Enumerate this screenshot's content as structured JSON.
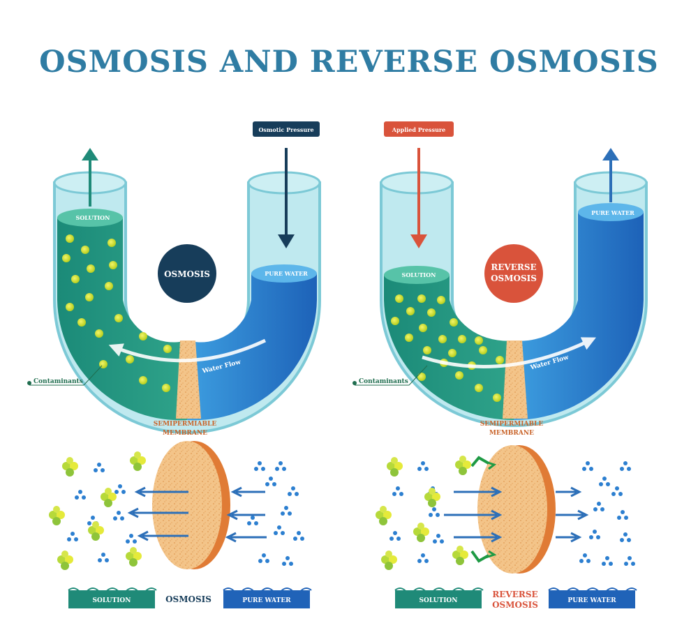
{
  "title": "OSMOSIS AND REVERSE OSMOSIS",
  "colors": {
    "title": "#2f7ca3",
    "solution": "#1f8a78",
    "solution_light": "#56c2aa",
    "pure_water": "#2c7fd0",
    "pure_water_light": "#5db6ea",
    "tube_glass": "#8fd6e2",
    "osmotic_badge": "#173d5a",
    "applied_badge": "#d9533b",
    "membrane": "#f0c084",
    "membrane_edge": "#e07b35",
    "contaminant": "#d8e63a",
    "up_arrow_osmosis": "#1f8a78",
    "up_arrow_reverse": "#2c6fb8",
    "green_arrow": "#1e9a44"
  },
  "osmosis": {
    "pressure_label": "Osmotic Pressure",
    "solution_label": "SOLUTION",
    "pure_water_label": "PURE WATER",
    "center_label": "OSMOSIS",
    "water_flow_label": "Water Flow",
    "contaminants_label": "Contaminants",
    "membrane_label_line1": "SEMIPERMIABLE",
    "membrane_label_line2": "MEMBRANE",
    "bar_left": "SOLUTION",
    "bar_center": "OSMOSIS",
    "bar_right": "PURE WATER"
  },
  "reverse": {
    "pressure_label": "Applied Pressure",
    "solution_label": "SOLUTION",
    "pure_water_label": "PURE WATER",
    "center_label_line1": "REVERSE",
    "center_label_line2": "OSMOSIS",
    "water_flow_label": "Water Flow",
    "contaminants_label": "Contaminants",
    "membrane_label_line1": "SEMIPERMIABLE",
    "membrane_label_line2": "MEMBRANE",
    "bar_left": "SOLUTION",
    "bar_center_line1": "REVERSE",
    "bar_center_line2": "OSMOSIS",
    "bar_right": "PURE WATER"
  },
  "icons": [
    "arrow-up-icon",
    "arrow-down-icon",
    "water-flow-arrow-icon",
    "molecule-icon",
    "contaminant-icon",
    "membrane-disc-icon"
  ]
}
